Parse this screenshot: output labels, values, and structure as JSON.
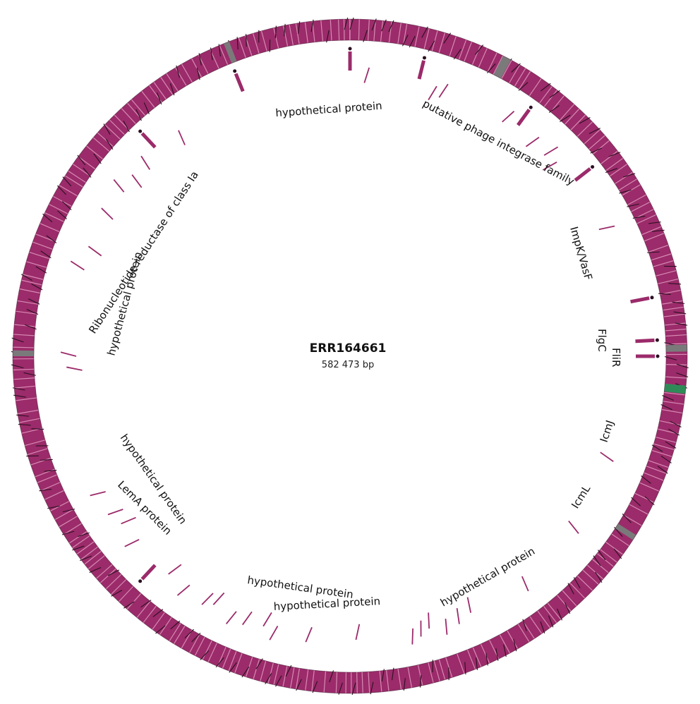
{
  "genome": {
    "name": "ERR164661",
    "length_label": "582 473 bp",
    "length_bp": 582473
  },
  "colors": {
    "cds": "#9b2b6a",
    "cds_light": "#d88ab4",
    "outline": "#2b1020",
    "feature_gray": "#7a7a7a",
    "feature_green": "#2e8b57",
    "tick": "#222222"
  },
  "labels": [
    {
      "id": "hypothetical-protein-top",
      "text": "hypothetical protein",
      "angle_deg": 0
    },
    {
      "id": "putative-phage-integrase-family",
      "text": "putative phage integrase family",
      "angle_deg": 32
    },
    {
      "id": "impk-vasf",
      "text": "ImpK/VasF",
      "angle_deg": 72
    },
    {
      "id": "flgc",
      "text": "FlgC",
      "angle_deg": 88
    },
    {
      "id": "flir",
      "text": "FliR",
      "angle_deg": 92
    },
    {
      "id": "icmj",
      "text": "IcmJ",
      "angle_deg": 108
    },
    {
      "id": "icml",
      "text": "IcmL",
      "angle_deg": 124
    },
    {
      "id": "hypothetical-protein-bottom-right",
      "text": "hypothetical protein",
      "angle_deg": 150
    },
    {
      "id": "hypothetical-protein-bottom-center-1",
      "text": "hypothetical protein",
      "angle_deg": 183
    },
    {
      "id": "hypothetical-protein-bottom-center-2",
      "text": "hypothetical protein",
      "angle_deg": 191
    },
    {
      "id": "lema-protein",
      "text": "LemA protein",
      "angle_deg": 220
    },
    {
      "id": "hypothetical-protein-bottom-left",
      "text": "hypothetical protein",
      "angle_deg": 227
    },
    {
      "id": "hypothetical-protein-left",
      "text": "hypothetical protein",
      "angle_deg": 285
    },
    {
      "id": "ribonucleotide-reductase-class-ia",
      "text": "Ribonucleotide reductase of class Ia",
      "angle_deg": 315
    }
  ],
  "inner_features": [
    {
      "angle_deg": 0,
      "kind": "arrow"
    },
    {
      "angle_deg": 3,
      "kind": "line"
    },
    {
      "angle_deg": 14,
      "kind": "arrow"
    },
    {
      "angle_deg": 17,
      "kind": "line"
    },
    {
      "angle_deg": 19,
      "kind": "line"
    },
    {
      "angle_deg": 33,
      "kind": "line"
    },
    {
      "angle_deg": 36,
      "kind": "arrow"
    },
    {
      "angle_deg": 40,
      "kind": "line"
    },
    {
      "angle_deg": 44,
      "kind": "line"
    },
    {
      "angle_deg": 46,
      "kind": "line"
    },
    {
      "angle_deg": 52,
      "kind": "arrow"
    },
    {
      "angle_deg": 63,
      "kind": "line"
    },
    {
      "angle_deg": 79,
      "kind": "arrow"
    },
    {
      "angle_deg": 87,
      "kind": "arrow"
    },
    {
      "angle_deg": 90,
      "kind": "arrow"
    },
    {
      "angle_deg": 111,
      "kind": "line"
    },
    {
      "angle_deg": 127,
      "kind": "line"
    },
    {
      "angle_deg": 142,
      "kind": "line"
    },
    {
      "angle_deg": 154,
      "kind": "line"
    },
    {
      "angle_deg": 157,
      "kind": "line"
    },
    {
      "angle_deg": 160,
      "kind": "line"
    },
    {
      "angle_deg": 163,
      "kind": "line"
    },
    {
      "angle_deg": 165,
      "kind": "line"
    },
    {
      "angle_deg": 167,
      "kind": "line"
    },
    {
      "angle_deg": 178,
      "kind": "line"
    },
    {
      "angle_deg": 188,
      "kind": "line"
    },
    {
      "angle_deg": 195,
      "kind": "line"
    },
    {
      "angle_deg": 197,
      "kind": "line"
    },
    {
      "angle_deg": 201,
      "kind": "line"
    },
    {
      "angle_deg": 204,
      "kind": "line"
    },
    {
      "angle_deg": 208,
      "kind": "line"
    },
    {
      "angle_deg": 210,
      "kind": "line"
    },
    {
      "angle_deg": 215,
      "kind": "line"
    },
    {
      "angle_deg": 219,
      "kind": "line"
    },
    {
      "angle_deg": 223,
      "kind": "arrow"
    },
    {
      "angle_deg": 229,
      "kind": "line"
    },
    {
      "angle_deg": 233,
      "kind": "line"
    },
    {
      "angle_deg": 236,
      "kind": "line"
    },
    {
      "angle_deg": 241,
      "kind": "line"
    },
    {
      "angle_deg": 267,
      "kind": "line"
    },
    {
      "angle_deg": 270,
      "kind": "line"
    },
    {
      "angle_deg": 288,
      "kind": "line"
    },
    {
      "angle_deg": 292,
      "kind": "line"
    },
    {
      "angle_deg": 300,
      "kind": "line"
    },
    {
      "angle_deg": 306,
      "kind": "line"
    },
    {
      "angle_deg": 309,
      "kind": "line"
    },
    {
      "angle_deg": 313,
      "kind": "line"
    },
    {
      "angle_deg": 317,
      "kind": "arrow"
    },
    {
      "angle_deg": 322,
      "kind": "line"
    },
    {
      "angle_deg": 338,
      "kind": "arrow"
    }
  ]
}
